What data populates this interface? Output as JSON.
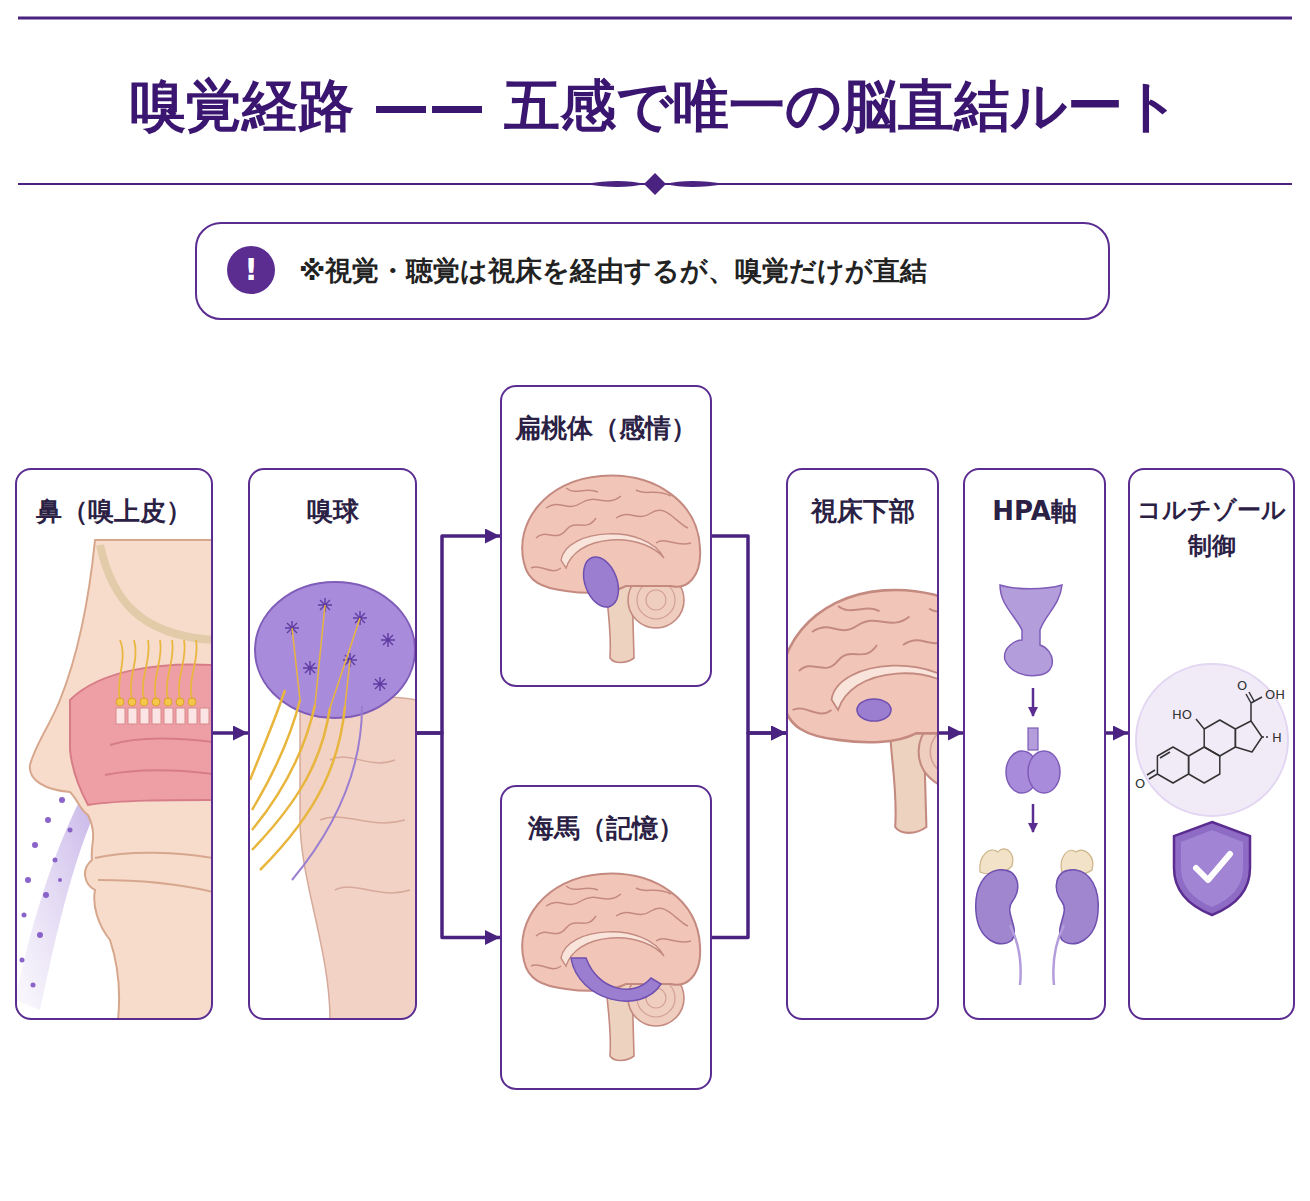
{
  "diagram": {
    "title": "嗅覚経路 —— 五感で唯一の脳直結ルート",
    "nodes": [
      {
        "text": [
          "※視覚・聴覚は視床を経由するが、嗅覚だけが直結"
        ]
      },
      {
        "text": [
          "!"
        ],
        "in": 0
      },
      {
        "text": [
          "鼻（嗅上皮）"
        ]
      },
      {
        "text": [
          "嗅球"
        ]
      },
      {
        "text": [
          "扁桃体（感情）"
        ]
      },
      {
        "text": [
          "海馬（記憶）"
        ]
      },
      {
        "text": [
          "視床下部"
        ]
      },
      {
        "text": [
          "HPA軸"
        ]
      },
      {
        "text": [
          "コルチゾール 制御"
        ]
      }
    ],
    "edges": [
      {
        "from": 2,
        "to": 3,
        "arrow": "to"
      },
      {
        "from": 3,
        "to": 4,
        "arrow": "to"
      },
      {
        "from": 3,
        "to": 5,
        "arrow": "to"
      },
      {
        "from": 4,
        "to": 6,
        "arrow": "to"
      },
      {
        "from": 5,
        "to": 6,
        "arrow": "to"
      },
      {
        "from": 6,
        "to": 7,
        "arrow": "to"
      },
      {
        "from": 7,
        "to": 8,
        "arrow": "to"
      }
    ],
    "labels": [
      "O",
      "OH",
      "HO",
      "H",
      "O"
    ]
  }
}
